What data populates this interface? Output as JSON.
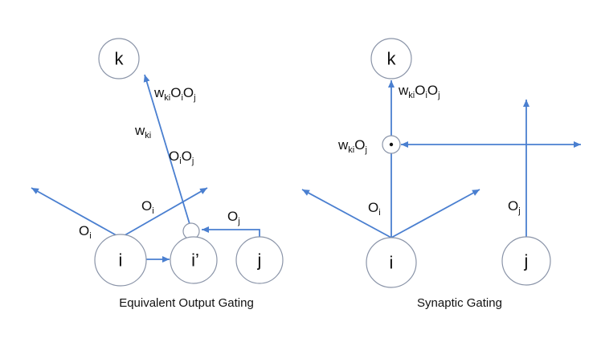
{
  "colors": {
    "edge": "#4a7fd0",
    "node_stroke": "#8a94a8",
    "text": "#111111"
  },
  "left_panel": {
    "caption": "Equivalent Output Gating",
    "nodes": {
      "k": "k",
      "i": "i",
      "i_prime": "i’",
      "j": "j"
    },
    "labels": {
      "top_product": {
        "w": "w",
        "w_sub": "ki",
        "o1": "O",
        "o1_sub": "i",
        "o2": "O",
        "o2_sub": "j"
      },
      "weight": {
        "w": "w",
        "w_sub": "ki"
      },
      "gated_input": {
        "o1": "O",
        "o1_sub": "i",
        "o2": "O",
        "o2_sub": "j"
      },
      "oi_left": {
        "o": "O",
        "o_sub": "i"
      },
      "oi_right": {
        "o": "O",
        "o_sub": "i"
      },
      "oj": {
        "o": "O",
        "o_sub": "j"
      }
    }
  },
  "right_panel": {
    "caption": "Synaptic Gating",
    "nodes": {
      "k": "k",
      "i": "i",
      "j": "j"
    },
    "gate_icon": "dot-product-icon",
    "labels": {
      "top_product": {
        "w": "w",
        "w_sub": "ki",
        "o1": "O",
        "o1_sub": "i",
        "o2": "O",
        "o2_sub": "j"
      },
      "gate_weight": {
        "w": "w",
        "w_sub": "ki",
        "o": "O",
        "o_sub": "j"
      },
      "oi": {
        "o": "O",
        "o_sub": "i"
      },
      "oj": {
        "o": "O",
        "o_sub": "j"
      }
    }
  }
}
